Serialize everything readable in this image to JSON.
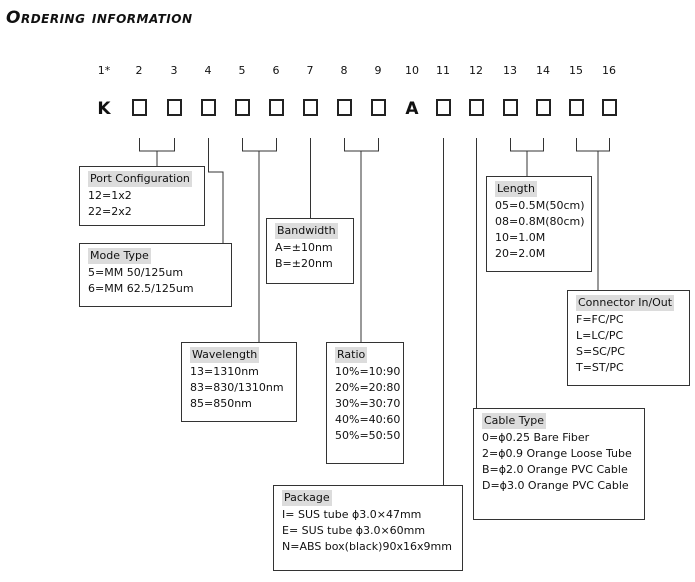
{
  "title": "Ordering information",
  "positions": [
    "1*",
    "2",
    "3",
    "4",
    "5",
    "6",
    "7",
    "8",
    "9",
    "10",
    "11",
    "12",
    "13",
    "14",
    "15",
    "16"
  ],
  "code_chars": {
    "p1": "K",
    "p10": "A"
  },
  "port_configuration": {
    "heading": "Port Configuration",
    "items": [
      "12=1x2",
      "22=2x2"
    ]
  },
  "mode_type": {
    "heading": "Mode Type",
    "items": [
      "5=MM 50/125um",
      "6=MM 62.5/125um"
    ]
  },
  "bandwidth": {
    "heading": "Bandwidth",
    "items": [
      "A=±10nm",
      "B=±20nm"
    ]
  },
  "wavelength": {
    "heading": "Wavelength",
    "items": [
      "13=1310nm",
      "83=830/1310nm",
      "85=850nm"
    ]
  },
  "ratio": {
    "heading": "Ratio",
    "items": [
      "10%=10:90",
      "20%=20:80",
      "30%=30:70",
      "40%=40:60",
      "50%=50:50"
    ]
  },
  "package": {
    "heading": "Package",
    "items": [
      "I= SUS tube ϕ3.0×47mm",
      "E= SUS tube ϕ3.0×60mm",
      "N=ABS box(black)90x16x9mm"
    ]
  },
  "length": {
    "heading": "Length",
    "items": [
      "05=0.5M(50cm)",
      "08=0.8M(80cm)",
      "10=1.0M",
      "20=2.0M"
    ]
  },
  "connector": {
    "heading": "Connector In/Out",
    "items": [
      "F=FC/PC",
      "L=LC/PC",
      "S=SC/PC",
      "T=ST/PC"
    ]
  },
  "cable_type": {
    "heading": "Cable Type",
    "items": [
      "0=ϕ0.25 Bare Fiber",
      "2=ϕ0.9 Orange Loose Tube",
      "B=ϕ2.0 Orange PVC Cable",
      "D=ϕ3.0 Orange PVC Cable"
    ]
  }
}
